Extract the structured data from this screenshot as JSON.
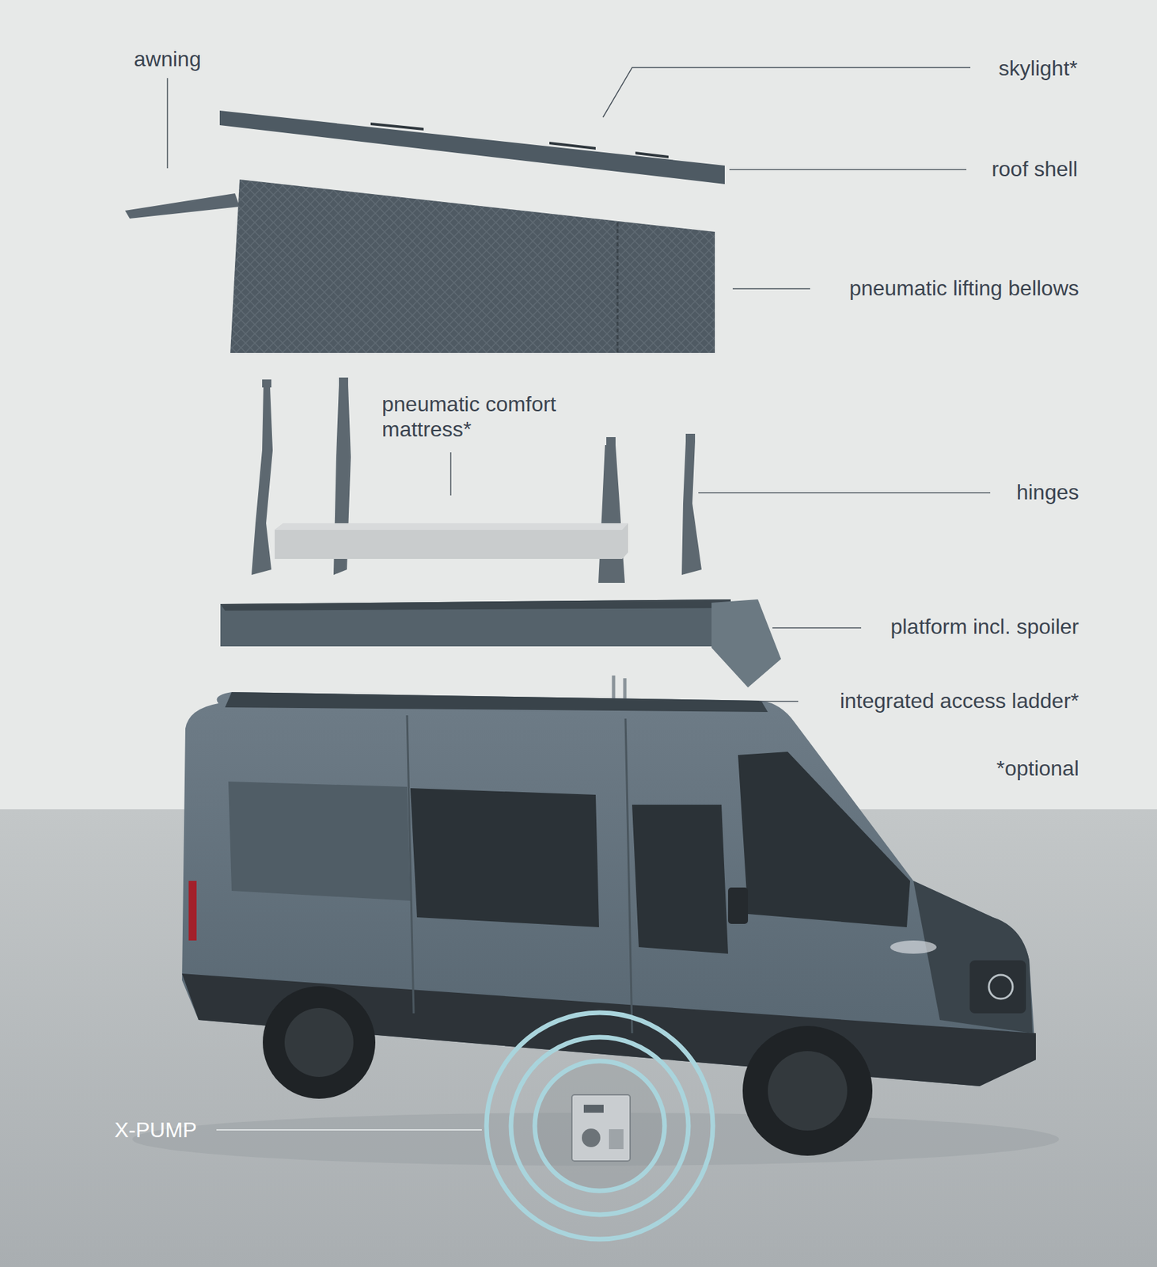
{
  "diagram": {
    "labels": [
      "awning",
      "skylight*",
      "roof shell",
      "pneumatic lifting bellows",
      "pneumatic comfort mattress*",
      "hinges",
      "platform incl. spoiler",
      "integrated access ladder*",
      "*optional",
      "X-PUMP"
    ]
  }
}
